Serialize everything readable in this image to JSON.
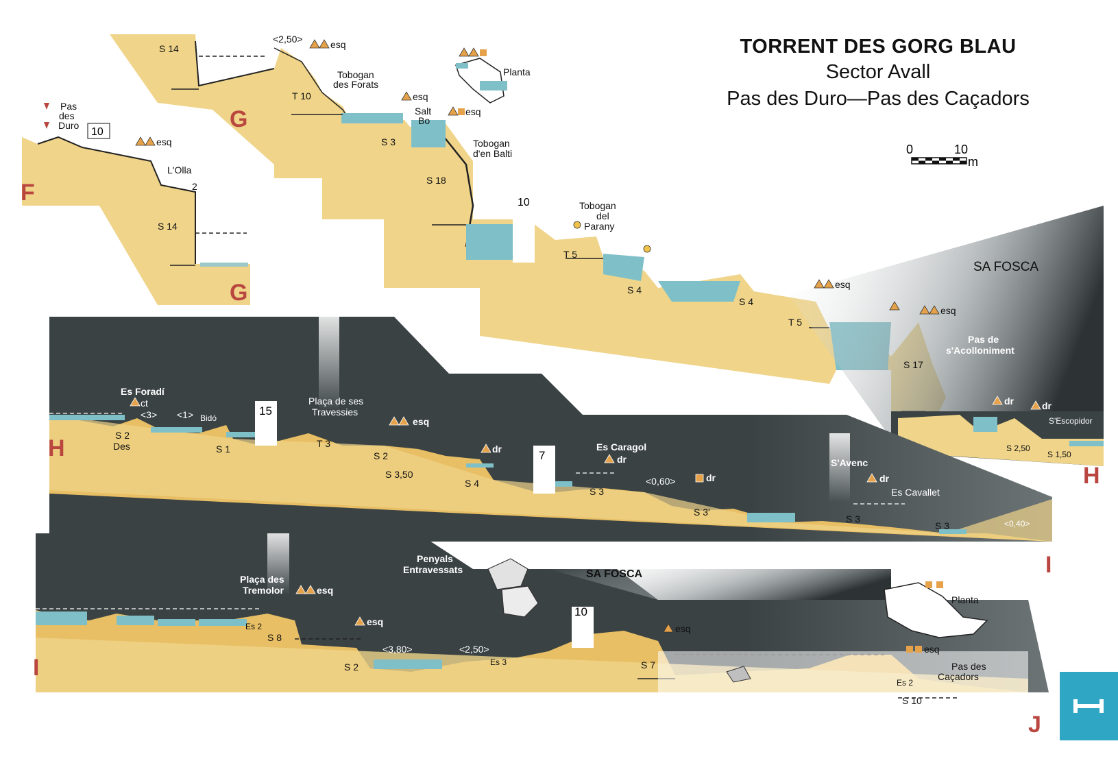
{
  "title": {
    "line1": "TORRENT DES GORG BLAU",
    "line2": "Sector Avall",
    "line3": "Pas des Duro—Pas des Caçadors"
  },
  "scale": {
    "start": "0",
    "end": "10",
    "unit": "m"
  },
  "sections": {
    "F": "F",
    "G": "G",
    "H": "H",
    "I": "I",
    "J": "J"
  },
  "labels": {
    "pas_des_duro": [
      "Pas",
      "des",
      "Duro"
    ],
    "olla": "L'Olla",
    "tobogan_forats": [
      "Tobogan",
      "des Forats"
    ],
    "salt_bo": [
      "Salt",
      "Bo"
    ],
    "tobogan_balti": [
      "Tobogan",
      "d'en Balti"
    ],
    "tobogan_parany": [
      "Tobogan",
      "del",
      "Parany"
    ],
    "planta": "Planta",
    "sa_fosca": "SA FOSCA",
    "pas_acolloniment": [
      "Pas de",
      "s'Acolloniment"
    ],
    "escopidor": "S'Escopidor",
    "es_foradi": "Es Foradí",
    "placa_travessies": [
      "Plaça de ses",
      "Travessies"
    ],
    "es_caragol": "Es Caragol",
    "savenc": "S'Avenc",
    "es_cavallet": "Es Cavallet",
    "bido": "Bidó",
    "des": "Des",
    "placa_tremolor": [
      "Plaça des",
      "Tremolor"
    ],
    "penyals": [
      "Penyals",
      "Entravessats"
    ],
    "pas_cacadors": [
      "Pas des",
      "Caçadors"
    ]
  },
  "codes": {
    "esq": "esq",
    "dr": "dr",
    "ct": "ct",
    "s14": "S 14",
    "s3": "S 3",
    "s18": "S 18",
    "s4": "S 4",
    "s17": "S 17",
    "t10": "T 10",
    "t5": "T 5",
    "t3": "T 3",
    "s2": "S 2",
    "s1": "S 1",
    "s350": "S 3,50",
    "s3p": "S 3'",
    "s250": "S 2,50",
    "s150": "S 1,50",
    "s8": "S 8",
    "s7": "S 7",
    "s10": "S 10",
    "es2": "Es 2",
    "es3": "Es 3",
    "m250": "<2,50>",
    "m3": "<3>",
    "m1": "<1>",
    "m060": "<0,60>",
    "m040": "<0,40>",
    "m380": "<3,80>",
    "n10": "10",
    "n2": "2",
    "n15": "15",
    "n7": "7"
  },
  "colors": {
    "rock": "#efd48a",
    "rock_edge": "#d9b15a",
    "water": "#7fc0c8",
    "dark": "#3a4244",
    "label_red": "#b9473f",
    "accent_tab": "#2ea6c4"
  }
}
